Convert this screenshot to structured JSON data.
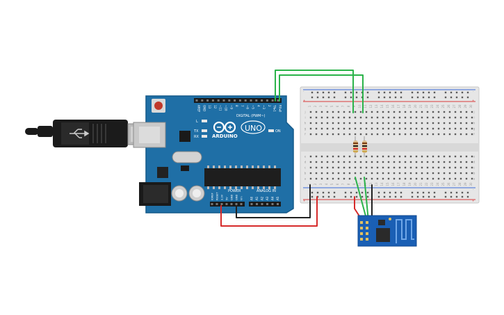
{
  "arduino": {
    "brand": "ARDUINO",
    "model": "UNO",
    "digital_header_label": "DIGITAL (PWM~)",
    "power_header_label": "POWER",
    "analog_header_label": "ANALOG IN",
    "led_l": "L",
    "led_tx": "TX",
    "led_rx": "RX",
    "on_label": "ON",
    "digital_pins": [
      "AREF",
      "GND",
      "13",
      "12",
      "~11",
      "~10",
      "~9",
      "8",
      "7",
      "~6",
      "~5",
      "4",
      "~3",
      "2",
      "TX▸1",
      "RX◂0"
    ],
    "power_pins": [
      "IOREF",
      "RESET",
      "3.3V",
      "5V",
      "GND",
      "GND",
      "Vin"
    ],
    "analog_pins": [
      "A0",
      "A1",
      "A2",
      "A3",
      "A4",
      "A5"
    ]
  },
  "breadboard": {
    "row_letters_top": [
      "j",
      "i",
      "h",
      "g",
      "f"
    ],
    "row_letters_bottom": [
      "e",
      "d",
      "c",
      "b",
      "a"
    ],
    "minus": "-",
    "plus": "+",
    "columns": [
      "1",
      "2",
      "3",
      "4",
      "5",
      "6",
      "7",
      "8",
      "9",
      "10",
      "11",
      "12",
      "13",
      "14",
      "15",
      "16",
      "17",
      "18",
      "19",
      "20",
      "21",
      "22",
      "23",
      "24",
      "25",
      "26",
      "27",
      "28",
      "29",
      "30"
    ]
  },
  "colors": {
    "board": "#1f6fa6",
    "board_dark": "#155a8a",
    "wire_green": "#2bb34a",
    "wire_red": "#d62a2a",
    "wire_black": "#222222",
    "breadboard": "#e9e9e9",
    "rail_red": "#d93a3a",
    "rail_blue": "#3a6ad9",
    "esp_board": "#1a5fb4"
  }
}
